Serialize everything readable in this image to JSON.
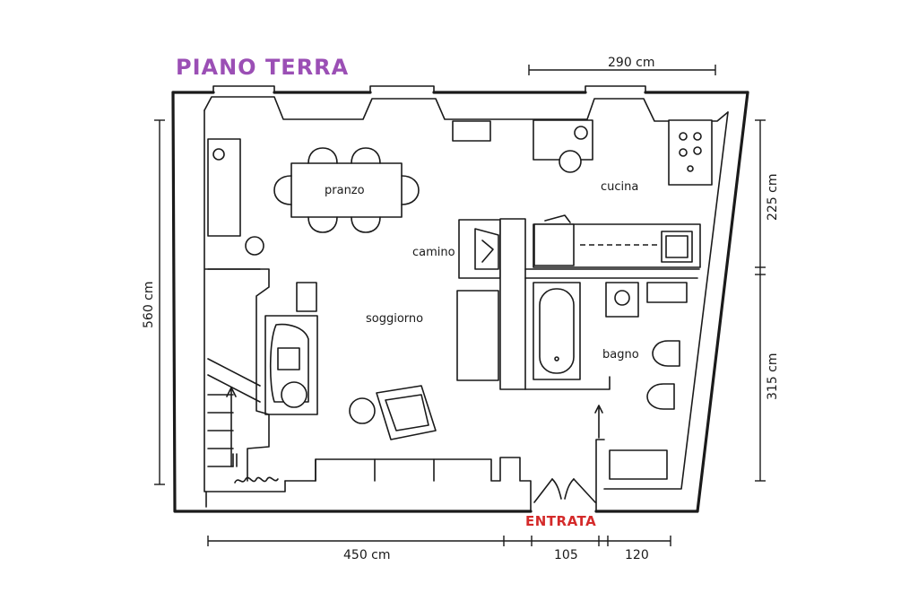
{
  "title": "PIANO TERRA",
  "entrance_label": "ENTRATA",
  "rooms": {
    "dining": "pranzo",
    "kitchen": "cucina",
    "fireplace": "camino",
    "living": "soggiorno",
    "bathroom": "bagno"
  },
  "dimensions": {
    "top_width": "290 cm",
    "left_height": "560 cm",
    "right_upper": "225 cm",
    "right_lower": "315 cm",
    "bottom_left": "450 cm",
    "bottom_mid": "105",
    "bottom_right": "120"
  },
  "colors": {
    "title": "#9b4fb5",
    "entrance": "#d42a2a",
    "ink": "#1a1a1a"
  }
}
